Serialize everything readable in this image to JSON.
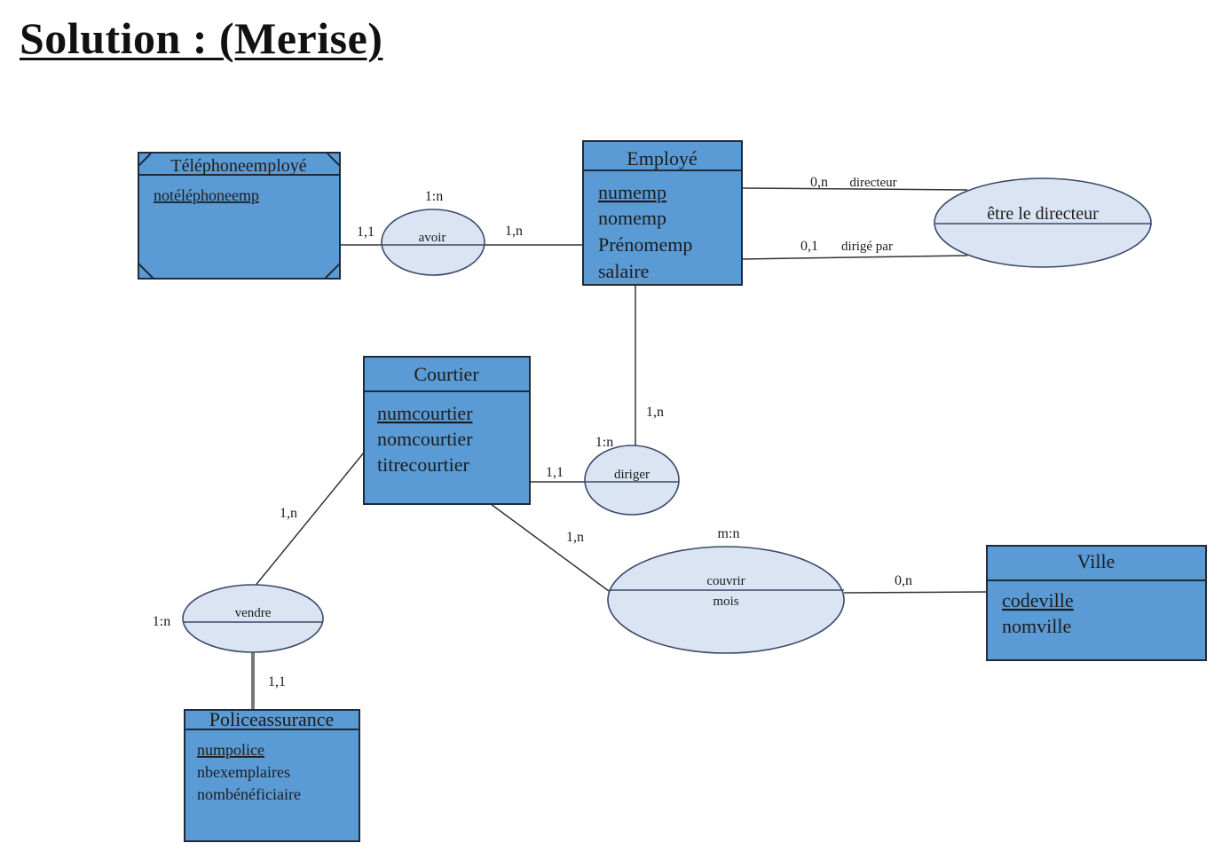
{
  "title": "Solution : (Merise)",
  "entities": {
    "telephone": {
      "name": "Téléphoneemployé",
      "attributes": [
        "notéléphoneemp"
      ]
    },
    "employe": {
      "name": "Employé",
      "attributes": [
        "numemp",
        "nomemp",
        "Prénomemp",
        "salaire"
      ]
    },
    "courtier": {
      "name": "Courtier",
      "attributes": [
        "numcourtier",
        "nomcourtier",
        "titrecourtier"
      ]
    },
    "ville": {
      "name": "Ville",
      "attributes": [
        "codeville",
        "nomville"
      ]
    },
    "police": {
      "name": "Policeassurance",
      "attributes": [
        "numpolice",
        "nbexemplaires",
        "nombénéficiaire"
      ]
    }
  },
  "associations": {
    "avoir": {
      "name": "avoir",
      "type": "1:n"
    },
    "etre_directeur": {
      "name": "être le directeur"
    },
    "diriger": {
      "name": "diriger",
      "type": "1:n"
    },
    "vendre": {
      "name": "vendre",
      "type": "1:n"
    },
    "couvrir": {
      "name": "couvrir",
      "attribute": "mois",
      "type": "m:n"
    }
  },
  "cardinalities": {
    "tel_avoir": "1,1",
    "emp_avoir": "1,n",
    "emp_directeur": "0,n",
    "emp_dirige": "0,1",
    "emp_diriger": "1,n",
    "courtier_diriger": "1,1",
    "courtier_vendre": "1,n",
    "police_vendre": "1,1",
    "courtier_couvrir": "1,n",
    "ville_couvrir": "0,n"
  },
  "roles": {
    "directeur": "directeur",
    "dirige_par": "dirigé par"
  },
  "colors": {
    "entity_fill": "#5b9bd5",
    "association_fill": "#dbe4f3",
    "border": "#1f2a3a"
  }
}
